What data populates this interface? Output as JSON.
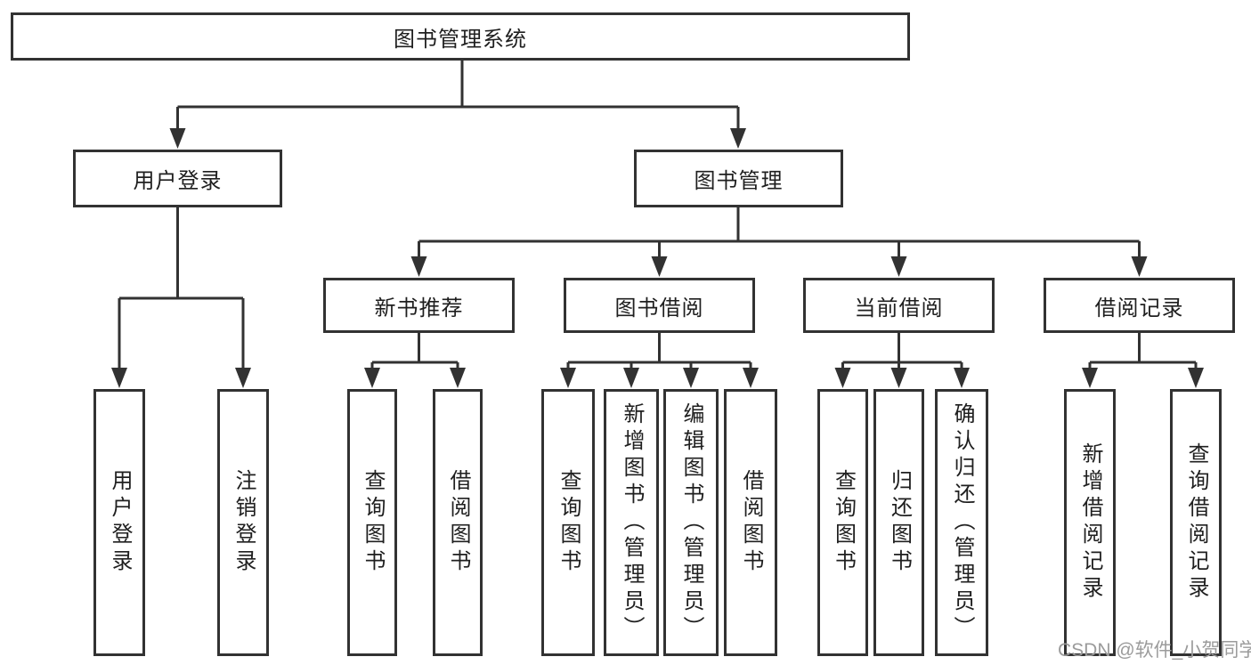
{
  "diagram": {
    "type": "hierarchy-tree",
    "root": {
      "label": "图书管理系统",
      "children": [
        {
          "label": "用户登录",
          "children": [
            {
              "label": "用户登录"
            },
            {
              "label": "注销登录"
            }
          ]
        },
        {
          "label": "图书管理",
          "children": [
            {
              "label": "新书推荐",
              "children": [
                {
                  "label": "查询图书"
                },
                {
                  "label": "借阅图书"
                }
              ]
            },
            {
              "label": "图书借阅",
              "children": [
                {
                  "label": "查询图书"
                },
                {
                  "label": "新增图书（管理员）"
                },
                {
                  "label": "编辑图书（管理员）"
                },
                {
                  "label": "借阅图书"
                }
              ]
            },
            {
              "label": "当前借阅",
              "children": [
                {
                  "label": "查询图书"
                },
                {
                  "label": "归还图书"
                },
                {
                  "label": "确认归还（管理员）"
                }
              ]
            },
            {
              "label": "借阅记录",
              "children": [
                {
                  "label": "新增借阅记录"
                },
                {
                  "label": "查询借阅记录"
                }
              ]
            }
          ]
        }
      ]
    }
  },
  "watermark": {
    "text": "CSDN @软件_小贺同学",
    "color": "#9b9b9b"
  },
  "colors": {
    "line": "#323232",
    "node_border": "#323232",
    "text": "#1f1f1f",
    "background": "#ffffff"
  }
}
